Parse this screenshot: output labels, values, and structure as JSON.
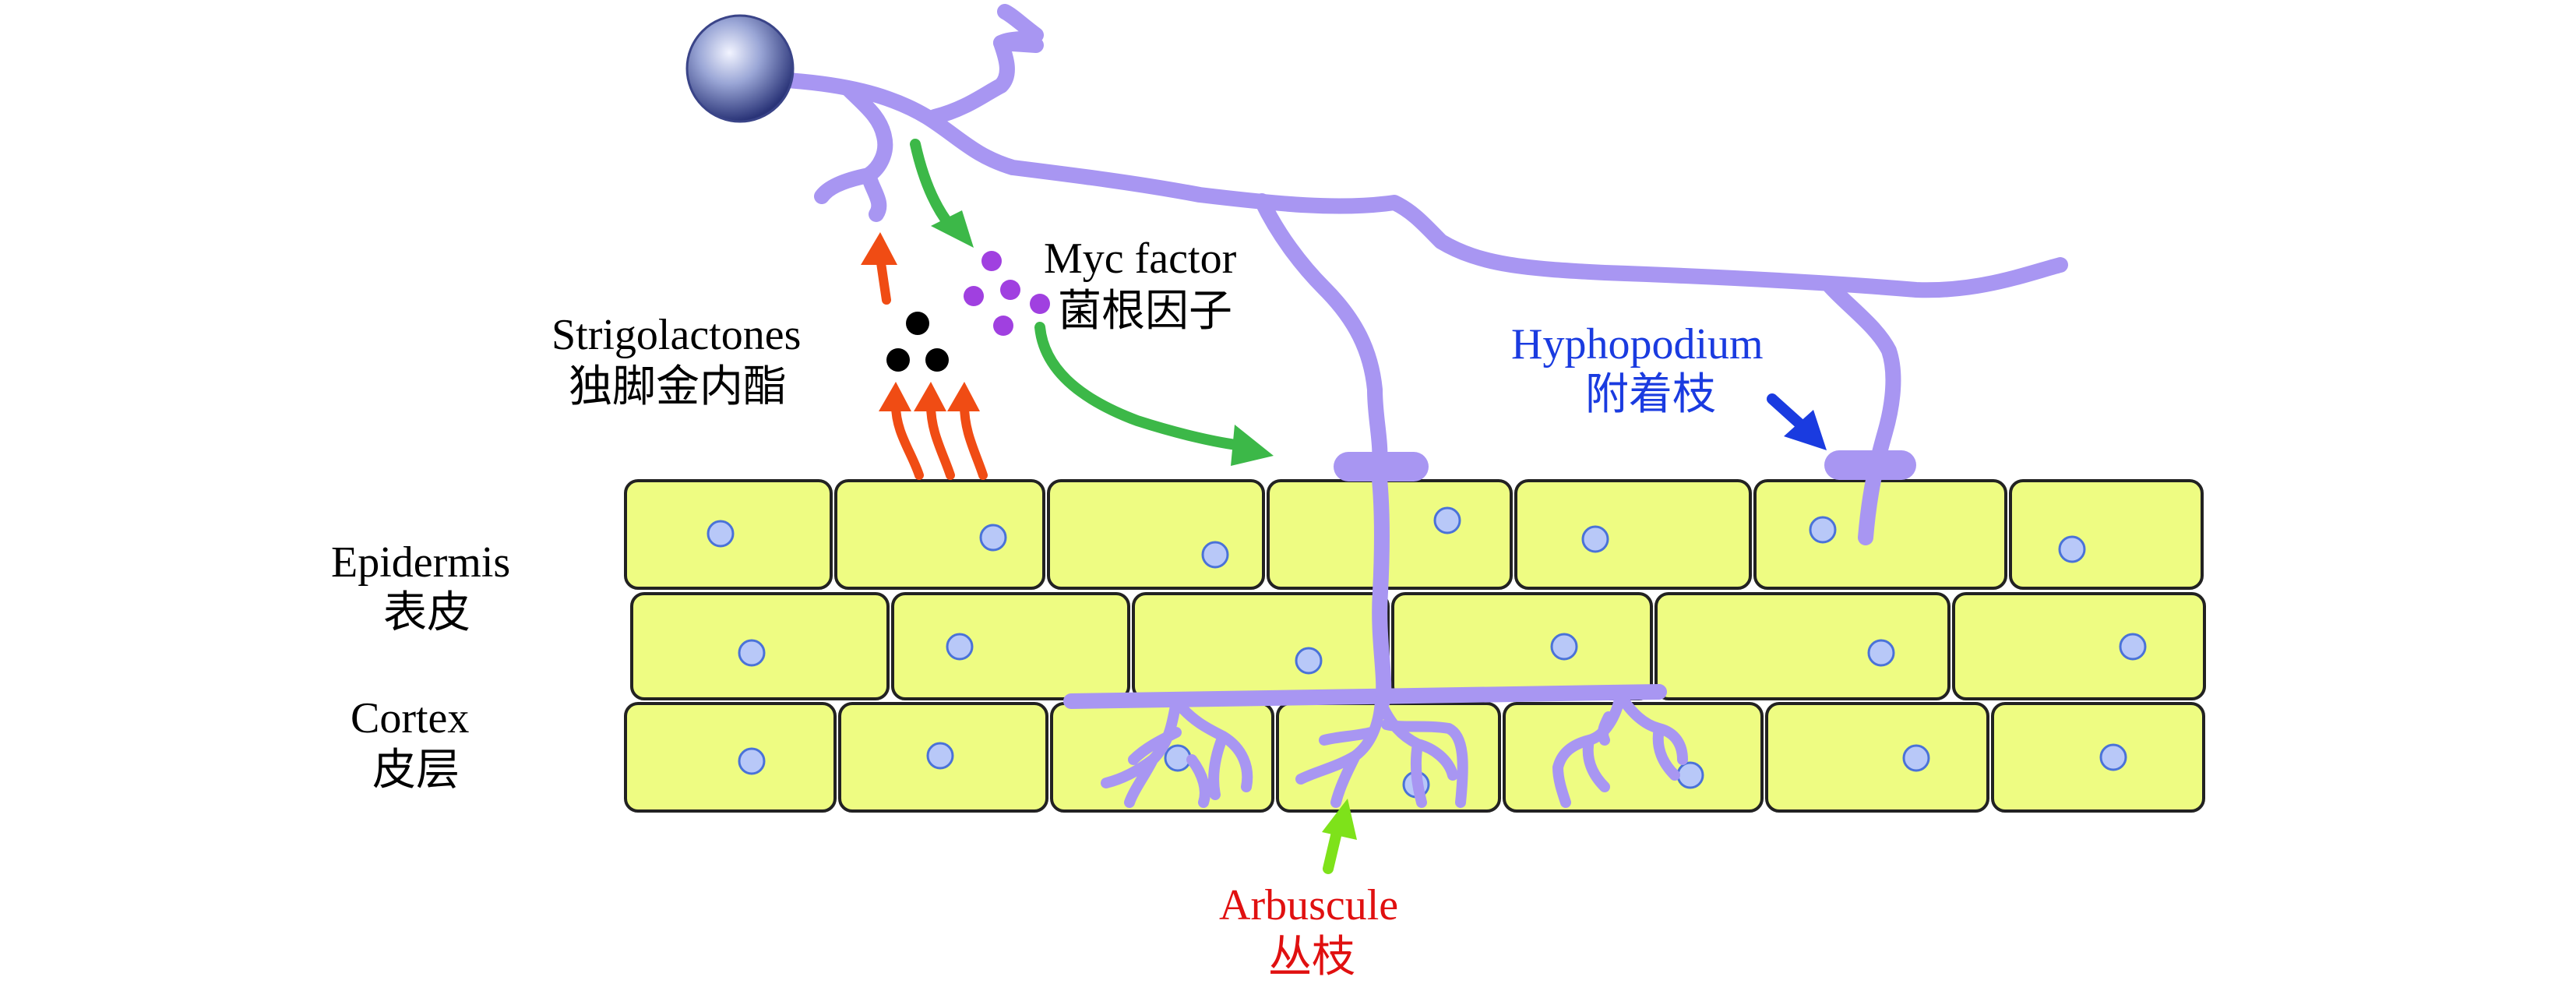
{
  "colors": {
    "hypha": "#a896f2",
    "cell_fill": "#eefc82",
    "nucleus_fill": "#b8c8f8",
    "nucleus_stroke": "#4a72d8",
    "strigolactone_arrow": "#f04c14",
    "myc_arrow": "#3cb848",
    "hyphopodium_arrow": "#1a3be0",
    "arbuscule_arrow": "#7ee21a",
    "myc_dot": "#a040e0",
    "strigo_dot": "#000000"
  },
  "labels": {
    "myc_factor_en": "Myc factor",
    "myc_factor_zh": "菌根因子",
    "strigolactones_en": "Strigolactones",
    "strigolactones_zh": "独脚金内酯",
    "hyphopodium_en": "Hyphopodium",
    "hyphopodium_zh": "附着枝",
    "epidermis_en": "Epidermis",
    "epidermis_zh": "表皮",
    "cortex_en": "Cortex",
    "cortex_zh": "皮层",
    "arbuscule_en": "Arbuscule",
    "arbuscule_zh": "丛枝"
  }
}
